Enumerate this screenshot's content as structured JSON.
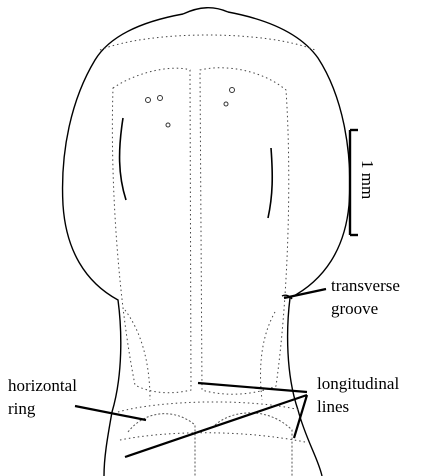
{
  "figure": {
    "labels": {
      "transverse_groove": [
        "transverse",
        "groove"
      ],
      "horizontal_ring": [
        "horizontal",
        "ring"
      ],
      "longitudinal_lines": [
        "longitudinal",
        "lines"
      ]
    },
    "scale_bar": {
      "label": "1 mm"
    }
  },
  "colors": {
    "ink": "#000000",
    "background": "#ffffff"
  }
}
